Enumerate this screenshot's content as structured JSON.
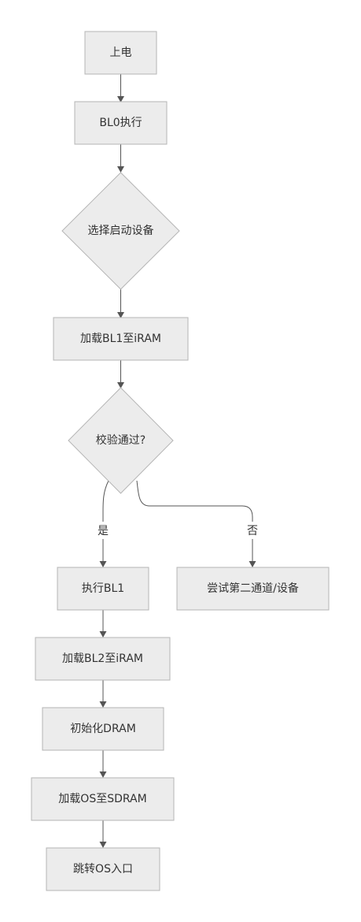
{
  "flowchart": {
    "nodes": {
      "power_on": "上电",
      "bl0_execute": "BL0执行",
      "select_boot_device": "选择启动设备",
      "load_bl1": "加载BL1至iRAM",
      "verify_passed": "校验通过?",
      "execute_bl1": "执行BL1",
      "try_second_channel": "尝试第二通道/设备",
      "load_bl2": "加载BL2至iRAM",
      "init_dram": "初始化DRAM",
      "load_os": "加载OS至SDRAM",
      "jump_os_entry": "跳转OS入口"
    },
    "edge_labels": {
      "yes": "是",
      "no": "否"
    }
  }
}
